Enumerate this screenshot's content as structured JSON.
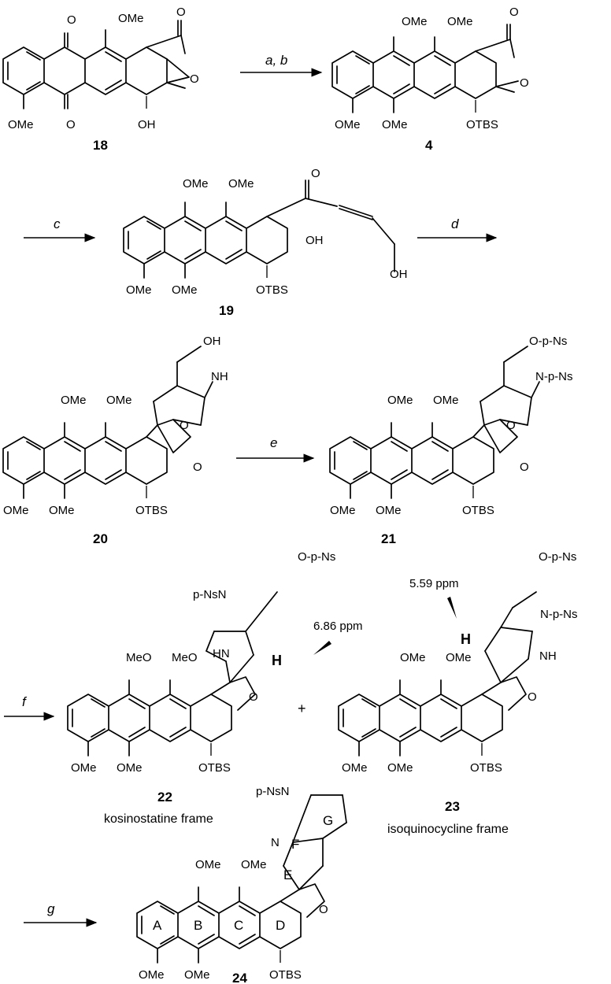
{
  "compounds": {
    "c18": "18",
    "c4": "4",
    "c19": "19",
    "c20": "20",
    "c21": "21",
    "c22": "22",
    "c23": "23",
    "c24": "24"
  },
  "captions": {
    "kosinostatine": "kosinostatine frame",
    "isoquinocycline": "isoquinocycline frame"
  },
  "reagents": {
    "ab": "a, b",
    "c": "c",
    "d": "d",
    "e": "e",
    "f": "f",
    "g": "g"
  },
  "groups": {
    "ome": "OMe",
    "meo": "MeO",
    "otbs": "OTBS",
    "oh": "OH",
    "o": "O",
    "nh": "NH",
    "hn": "HN",
    "h": "H",
    "n": "N",
    "o_pns": "O-p-Ns",
    "n_pns": "N-p-Ns",
    "pns_n": "p-NsN"
  },
  "nmr": {
    "shift_22": "6.86 ppm",
    "shift_23": "5.59 ppm"
  },
  "rings": {
    "A": "A",
    "B": "B",
    "C": "C",
    "D": "D",
    "E": "E",
    "F": "F",
    "G": "G"
  }
}
